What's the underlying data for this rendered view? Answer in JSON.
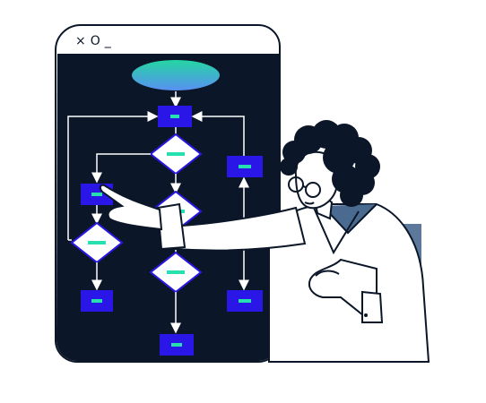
{
  "window": {
    "controls": {
      "close": "×",
      "restore": "O",
      "minimize": "_"
    }
  },
  "colors": {
    "navy": "#0b1628",
    "blue": "#2a16e6",
    "teal": "#26e0b0",
    "oval_top": "#23d8a0",
    "oval_bottom": "#5a8ef5",
    "white": "#ffffff",
    "shadow_blue": "#4a6a90"
  },
  "icons": [
    "close-icon",
    "restore-icon",
    "minimize-icon",
    "pointing-person-illustration",
    "flowchart-illustration"
  ]
}
